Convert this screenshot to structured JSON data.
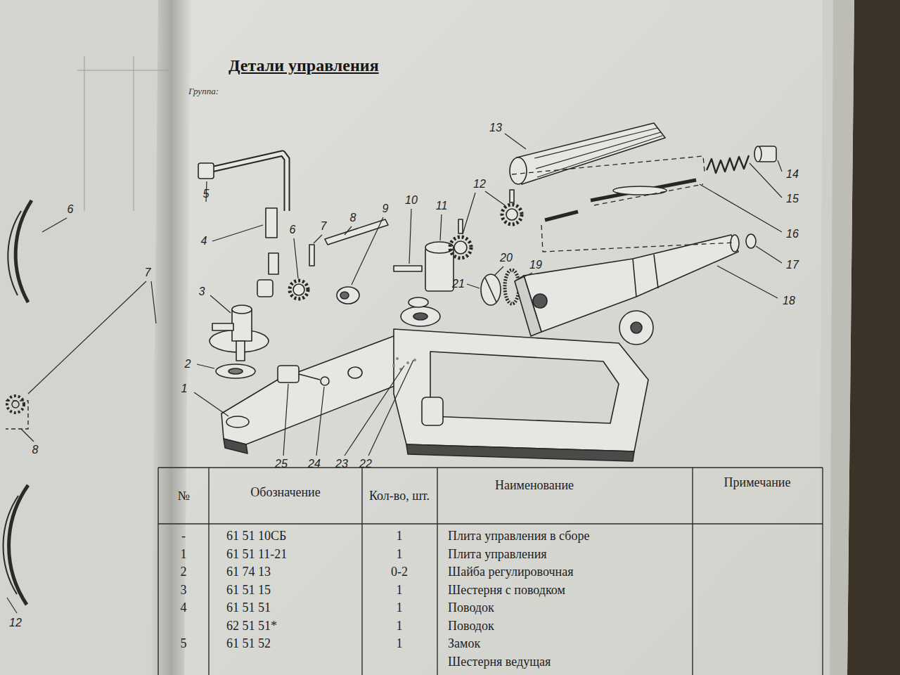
{
  "diagram": {
    "title": "Детали управления",
    "labels": [
      "Группа:",
      "13",
      "14",
      "15",
      "16",
      "17",
      "18",
      "12",
      "11",
      "10",
      "9",
      "8",
      "7",
      "6",
      "5",
      "4",
      "3",
      "2",
      "1",
      "25",
      "24",
      "23",
      "22",
      "21",
      "20",
      "19",
      "6",
      "7",
      "8",
      "12",
      "№",
      "Обозначение",
      "Кол-во, шт.",
      "Наименование",
      "Примечание",
      "-",
      "61 51 10СБ",
      "1",
      "Плита управления в сборе",
      "1",
      "61 51 11-21",
      "1",
      "Плита управления",
      "2",
      "61 74 13",
      "0-2",
      "Шайба регулировочная",
      "3",
      "61 51 15",
      "1",
      "Шестерня с поводком",
      "4",
      "61 51 51",
      "1",
      "Поводок",
      "62 51 51*",
      "1",
      "Поводок",
      "5",
      "61 51 52",
      "1",
      "Замок",
      "Шестерня ведущая"
    ]
  }
}
